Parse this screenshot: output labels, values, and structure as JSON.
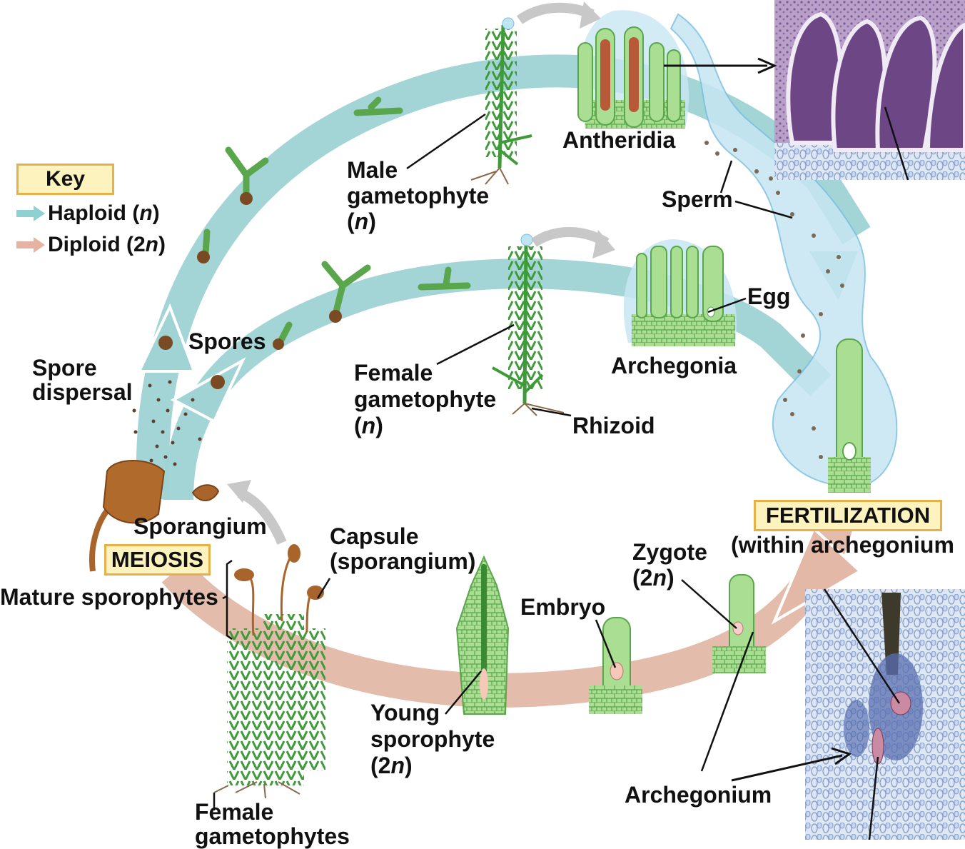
{
  "key": {
    "title": "Key",
    "haploid": {
      "label": "Haploid",
      "ploidy": "n",
      "color": "#8fd0d2"
    },
    "diploid": {
      "label": "Diploid",
      "ploidy": "2n",
      "color": "#e6b3a3"
    }
  },
  "labels": {
    "antheridia": "Antheridia",
    "male_gametophyte": {
      "line1": "Male",
      "line2": "gametophyte",
      "ploidy": "n"
    },
    "sperm": "Sperm",
    "egg": "Egg",
    "archegonia": "Archegonia",
    "spores": "Spores",
    "spore_dispersal": {
      "line1": "Spore",
      "line2": "dispersal"
    },
    "female_gametophyte": {
      "line1": "Female",
      "line2": "gametophyte",
      "ploidy": "n"
    },
    "rhizoid": "Rhizoid",
    "sporangium": "Sporangium",
    "meiosis": "MEIOSIS",
    "mature_sporophytes": "Mature sporophytes",
    "capsule": {
      "line1": "Capsule",
      "line2": "(sporangium)"
    },
    "fertilization": "FERTILIZATION",
    "within_archegonium": "(within archegonium",
    "zygote": {
      "line1": "Zygote",
      "ploidy": "2n"
    },
    "embryo": "Embryo",
    "young_sporophyte": {
      "line1": "Young",
      "line2": "sporophyte",
      "ploidy": "2n"
    },
    "archegonium": "Archegonium",
    "female_gametophytes": {
      "line1": "Female",
      "line2": "gametophytes"
    }
  },
  "colors": {
    "haploid_path": "#9fd3d4",
    "diploid_path": "#e3b8a7",
    "plant_green": "#3f9a3a",
    "cell_green": "#9fd88a",
    "capsule_brown": "#a8642a",
    "micrograph_purple": "#7a4b8c",
    "micrograph_blue": "#6a8fc4"
  }
}
